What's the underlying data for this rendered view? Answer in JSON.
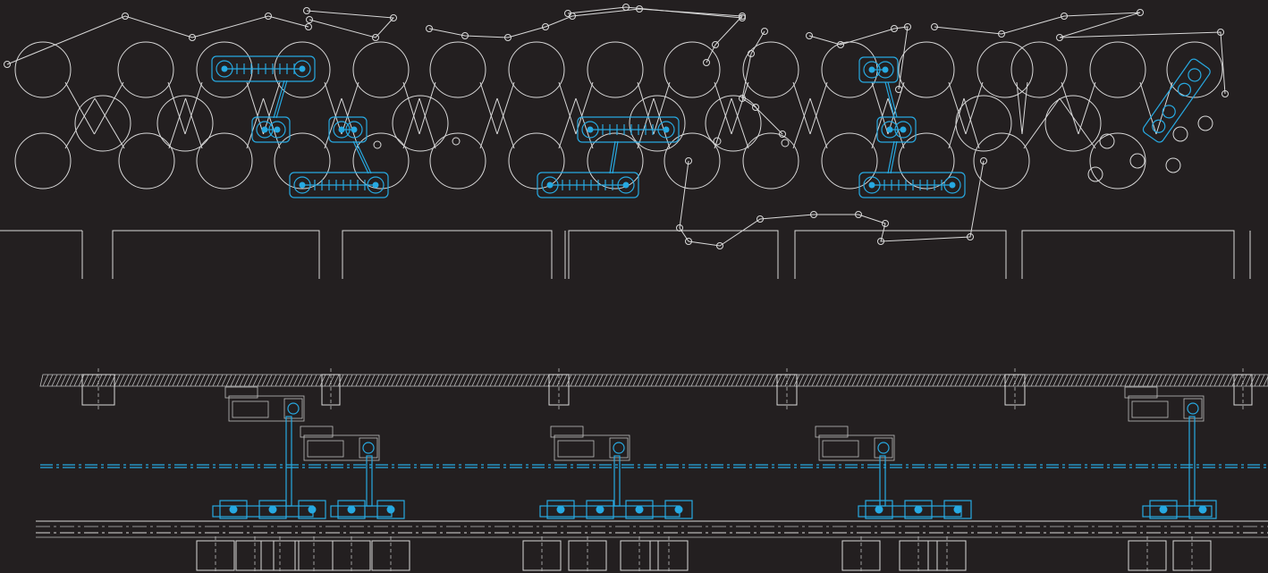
{
  "drawing": {
    "kind": "dryer-section drive layout",
    "views": [
      "elevation",
      "plan"
    ],
    "colors": {
      "background": "#231f20",
      "linework": "#d9d9d9",
      "drive_units": "#27a9e1",
      "detail": "#bdbdbd"
    },
    "elevation": {
      "cylinder_rows": 2,
      "top_row_cylinders": 16,
      "bottom_row_cylinders": 15,
      "drive_groups": 5,
      "tilted_drive_groups": 1
    },
    "plan": {
      "support_columns": 6,
      "gear_unit_groups": 4,
      "single_unit_groups": 1
    }
  }
}
